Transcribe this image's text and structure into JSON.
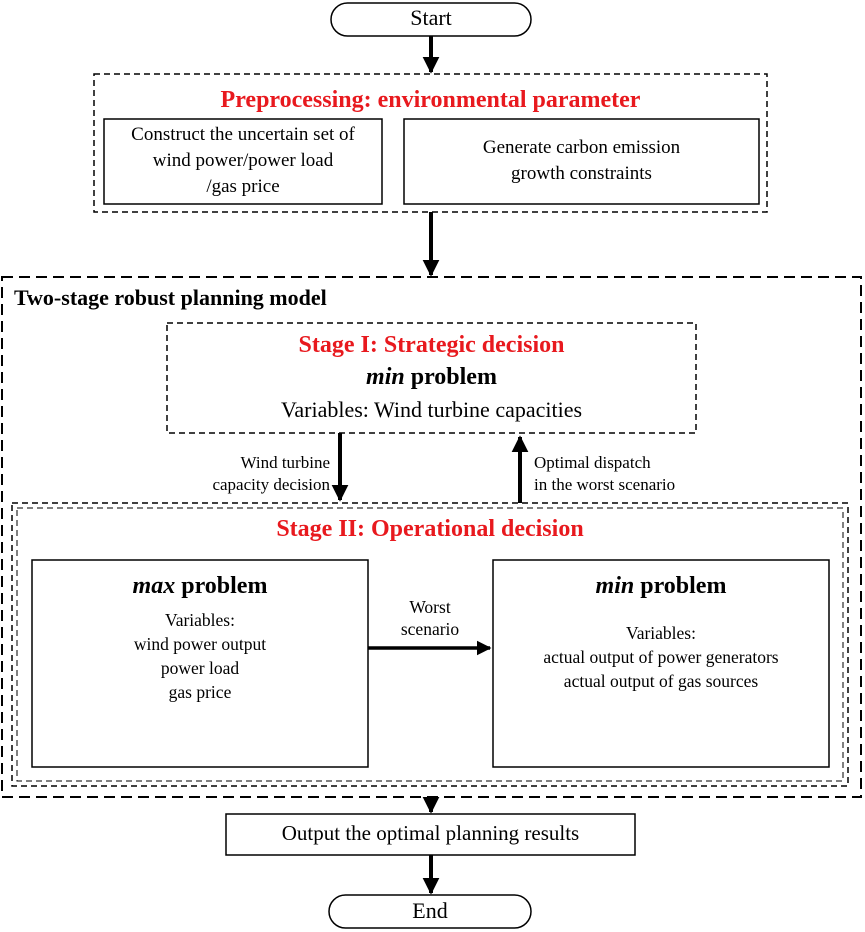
{
  "start_label": "Start",
  "end_label": "End",
  "preprocessing": {
    "title": "Preprocessing: environmental parameter",
    "box_left_lines": [
      "Construct the uncertain set of",
      "wind power/power load",
      "/gas price"
    ],
    "box_right_lines": [
      "Generate carbon emission",
      "growth constraints"
    ]
  },
  "model": {
    "title": "Two-stage robust planning model",
    "stage1": {
      "title": "Stage I: Strategic decision",
      "problem_italic": "min",
      "problem_rest": " problem",
      "variables": "Variables: Wind turbine capacities"
    },
    "arrow_down_label_lines": [
      "Wind turbine",
      "capacity decision"
    ],
    "arrow_up_label_lines": [
      "Optimal dispatch",
      "in the worst scenario"
    ],
    "stage2": {
      "title": "Stage II: Operational decision",
      "left": {
        "problem_italic": "max",
        "problem_rest": " problem",
        "lines": [
          "Variables:",
          "wind power output",
          "power load",
          "gas price"
        ]
      },
      "arrow_label_lines": [
        "Worst",
        "scenario"
      ],
      "right": {
        "problem_italic": "min",
        "problem_rest": " problem",
        "lines": [
          "Variables:",
          "actual output of power generators",
          "actual output of gas sources"
        ]
      }
    }
  },
  "output_label": "Output the optimal planning results"
}
